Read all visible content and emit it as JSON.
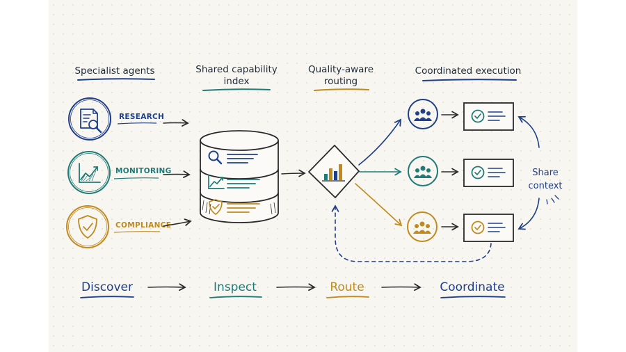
{
  "headers": {
    "specialist_agents": "Specialist agents",
    "capability_index_line1": "Shared capability",
    "capability_index_line2": "index",
    "routing_line1": "Quality-aware",
    "routing_line2": "routing",
    "execution": "Coordinated execution"
  },
  "agents": [
    {
      "label": "RESEARCH",
      "icon": "document-search-icon",
      "color": "#1e3f8a"
    },
    {
      "label": "MONITORING",
      "icon": "line-chart-icon",
      "color": "#1f7a78"
    },
    {
      "label": "COMPLIANCE",
      "icon": "shield-check-icon",
      "color": "#c08a1e"
    }
  ],
  "share_context": {
    "line1": "Share",
    "line2": "context"
  },
  "flow_steps": [
    {
      "label": "Discover",
      "color": "#1e3f8a"
    },
    {
      "label": "Inspect",
      "color": "#1f7a78"
    },
    {
      "label": "Route",
      "color": "#c08a1e"
    },
    {
      "label": "Coordinate",
      "color": "#1e3f8a"
    }
  ],
  "colors": {
    "navy": "#1e3f8a",
    "teal": "#1f7a78",
    "gold": "#c08a1e",
    "ink": "#2a2a2a",
    "paper": "#f8f6f0"
  }
}
